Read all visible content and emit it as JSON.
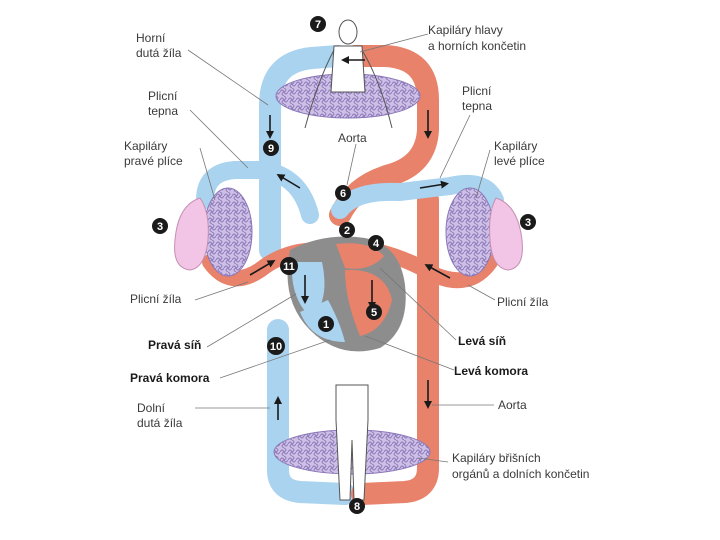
{
  "colors": {
    "venous": "#a9d3ef",
    "venous_stroke": "#7fb6dc",
    "arterial": "#e8826a",
    "arterial_stroke": "#cf6a52",
    "capillary": "#b9a9d6",
    "heart": "#8d8d8d",
    "lung": "#f2c4e6",
    "badge": "#1a1a1a"
  },
  "labels": {
    "horni_duta_zila": [
      "Horní",
      "dutá žíla"
    ],
    "plicni_tepna_left": [
      "Plicní",
      "tepna"
    ],
    "kapilary_prave_plice": [
      "Kapiláry",
      "pravé plíce"
    ],
    "plicni_zila_left": "Plicní žíla",
    "prava_sin": "Pravá síň",
    "prava_komora": "Pravá komora",
    "dolni_duta_zila": [
      "Dolní",
      "dutá žíla"
    ],
    "kapilary_hlavy": [
      "Kapiláry hlavy",
      "a horních končetin"
    ],
    "plicni_tepna_right": [
      "Plicní",
      "tepna"
    ],
    "aorta_top": "Aorta",
    "kapilary_leve_plice": [
      "Kapiláry",
      "levé plíce"
    ],
    "plicni_zila_right": "Plicní žíla",
    "leva_sin": "Levá síň",
    "leva_komora": "Levá komora",
    "aorta_bottom": "Aorta",
    "kapilary_bris": [
      "Kapiláry břišních",
      "orgánů a dolních končetin"
    ]
  },
  "badges": {
    "b1": "1",
    "b2": "2",
    "b3l": "3",
    "b3r": "3",
    "b4": "4",
    "b5": "5",
    "b6": "6",
    "b7": "7",
    "b8": "8",
    "b9": "9",
    "b10": "10",
    "b11": "11"
  },
  "icons": {
    "human_figure": "human-silhouette-icon",
    "lung": "lung-icon",
    "flow_arrow": "flow-arrow-icon"
  }
}
